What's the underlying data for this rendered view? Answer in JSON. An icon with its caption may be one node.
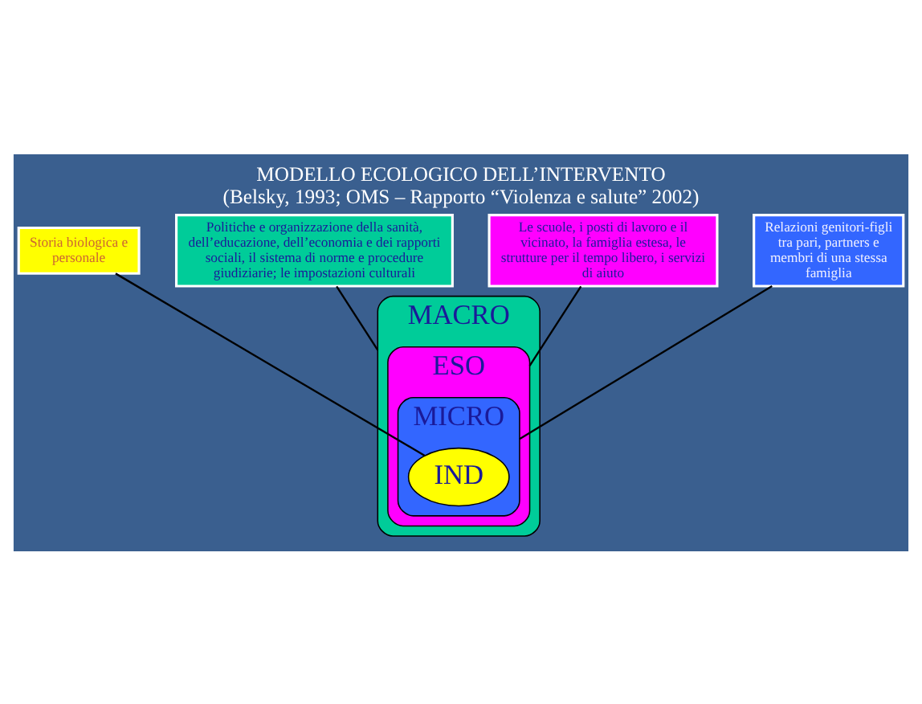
{
  "diagram": {
    "title": "MODELLO ECOLOGICO DELL’INTERVENTO",
    "caption": "(Belsky, 1993; OMS – Rapporto “Violenza e salute” 2002)",
    "nodes": [
      {
        "text": [
          "MACRO"
        ]
      },
      {
        "text": [
          "ESO"
        ],
        "in": 0
      },
      {
        "text": [
          "MICRO"
        ],
        "in": 1
      },
      {
        "text": [
          "IND"
        ],
        "in": 2
      },
      {
        "text": [
          "Storia biologica e personale"
        ]
      },
      {
        "text": [
          "Politiche e organizzazione della sanità, dell’educazione, dell’economia e dei rapporti sociali, il sistema di norme e procedure giudiziarie; le impostazioni culturali"
        ]
      },
      {
        "text": [
          "Le scuole, i posti di lavoro e il vicinato, la famiglia estesa, le strutture per il tempo libero, i servizi di aiuto"
        ]
      },
      {
        "text": [
          "Relazioni genitori-figli tra pari, partners e membri di una stessa famiglia"
        ]
      }
    ],
    "edges": [
      {
        "from": 4,
        "to": 3,
        "arrow": "none"
      },
      {
        "from": 5,
        "to": 0,
        "arrow": "none"
      },
      {
        "from": 6,
        "to": 1,
        "arrow": "none"
      },
      {
        "from": 7,
        "to": 2,
        "arrow": "none"
      }
    ]
  }
}
